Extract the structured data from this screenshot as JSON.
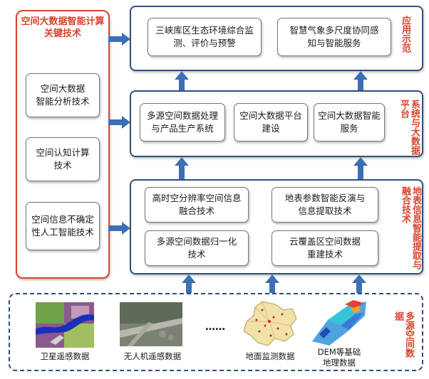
{
  "left_panel": {
    "title_line1": "空间大数据智能计算",
    "title_line2": "关键技术",
    "items": [
      {
        "line1": "空间大数据",
        "line2": "智能分析技术"
      },
      {
        "line1": "空间认知计算",
        "line2": "技术"
      },
      {
        "line1": "空间信息不确定",
        "line2": "性人工智能技术"
      }
    ]
  },
  "layer_app": {
    "label": "应用示范",
    "items": [
      {
        "line1": "三峡库区生态环境综合监",
        "line2": "测、评价与预警"
      },
      {
        "line1": "智慧气象多尺度协同感",
        "line2": "知与智能服务"
      }
    ]
  },
  "layer_platform": {
    "label": "系统与大数据平台",
    "items": [
      {
        "line1": "多源空间数据处理",
        "line2": "与产品生产系统"
      },
      {
        "line1": "空间大数据平台",
        "line2": "建设"
      },
      {
        "line1": "空间大数据智能",
        "line2": "服务"
      }
    ]
  },
  "layer_fusion": {
    "label": "地表信息智能提取与融合技术",
    "items": [
      {
        "line1": "高时空分辨率空间信息",
        "line2": "融合技术"
      },
      {
        "line1": "地表参数智能反演与",
        "line2": "信息提取技术"
      },
      {
        "line1": "多源空间数据归一化",
        "line2": "技术"
      },
      {
        "line1": "云覆盖区空间数据",
        "line2": "重建技术"
      }
    ]
  },
  "sources": {
    "label": "多源空间数据",
    "ellipsis": "……",
    "items": [
      {
        "caption": "卫星遥感数据",
        "icon": "satellite-image-icon"
      },
      {
        "caption": "无人机遥感数据",
        "icon": "drone-image-icon"
      },
      {
        "caption": "地面监测数据",
        "icon": "monitoring-map-icon"
      },
      {
        "caption_line1": "DEM等基础",
        "caption_line2": "地理数据",
        "icon": "dem-terrain-icon"
      }
    ]
  },
  "colors": {
    "accent_red": "#d6452e",
    "frame_blue": "#2f4f7f",
    "arrow_blue": "#3c6fb6"
  }
}
